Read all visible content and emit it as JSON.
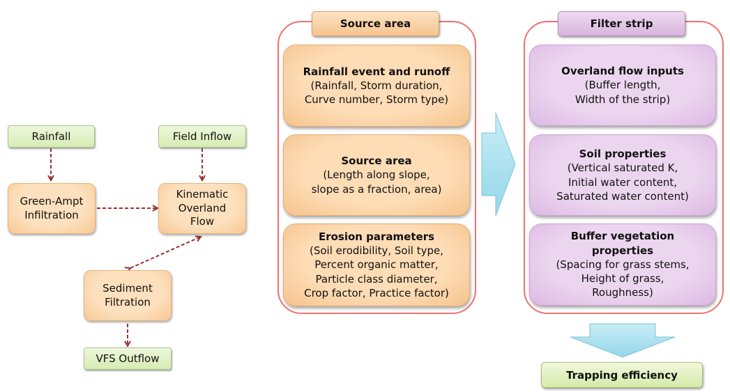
{
  "colors": {
    "input_green": "#d6ecb4",
    "process_orange": "#fde0bd",
    "filter_purple": "#ecd6ef",
    "frame_red": "#f07070",
    "arrow_dashed": "#9b2f2f",
    "big_arrow_blue": "#aee3f0"
  },
  "flowchart": {
    "rainfall": "Rainfall",
    "field_inflow": "Field Inflow",
    "green_ampt": [
      "Green-Ampt",
      "Infiltration"
    ],
    "kinematic": [
      "Kinematic",
      "Overland",
      "Flow"
    ],
    "sediment": [
      "Sediment",
      "Filtration"
    ],
    "vfs_outflow": "VFS Outflow"
  },
  "source_panel": {
    "header": "Source area",
    "boxes": [
      {
        "title": "Rainfall event and runoff",
        "lines": [
          "(Rainfall, Storm duration,",
          "Curve number, Storm type)"
        ]
      },
      {
        "title": "Source area",
        "lines": [
          "(Length along slope,",
          "slope as a fraction, area)"
        ]
      },
      {
        "title": "Erosion parameters",
        "lines": [
          "(Soil erodibility, Soil type,",
          "Percent organic matter,",
          "Particle class diameter,",
          "Crop factor, Practice factor)"
        ]
      }
    ]
  },
  "filter_panel": {
    "header": "Filter strip",
    "boxes": [
      {
        "title": "Overland flow inputs",
        "lines": [
          "(Buffer length,",
          "Width of the strip)"
        ]
      },
      {
        "title": "Soil properties",
        "lines": [
          "(Vertical saturated K,",
          "Initial water content,",
          "Saturated water content)"
        ]
      },
      {
        "title_lines": [
          "Buffer vegetation",
          "properties"
        ],
        "lines": [
          "(Spacing for grass stems,",
          "Height of grass,",
          "Roughness)"
        ]
      }
    ]
  },
  "result": "Trapping efficiency"
}
